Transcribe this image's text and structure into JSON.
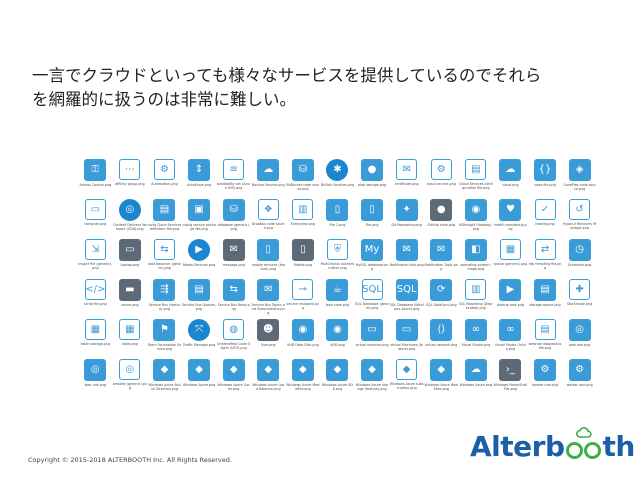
{
  "headline": {
    "line1": "一言でクラウドといっても様々なサービスを提供しているのでそれら",
    "line2": "を網羅的に扱うのは非常に難しい。"
  },
  "icons": [
    {
      "label": "Access Control.png",
      "icon": "key-icon",
      "glyph": "⚿",
      "tone": 0
    },
    {
      "label": "affinity group.png",
      "icon": "nodes-icon",
      "glyph": "⋯",
      "tone": 1
    },
    {
      "label": "Automation.png",
      "icon": "gear-icon",
      "glyph": "⚙",
      "tone": 1
    },
    {
      "label": "AutoScale.png",
      "icon": "scale-icon",
      "glyph": "⇕",
      "tone": 0
    },
    {
      "label": "availability set (Azure IDS).png",
      "icon": "layers-icon",
      "glyph": "≡",
      "tone": 1
    },
    {
      "label": "Backup Service.png",
      "icon": "backup-icon",
      "glyph": "☁",
      "tone": 0
    },
    {
      "label": "BitBucket code source.png",
      "icon": "bucket-icon",
      "glyph": "⛁",
      "tone": 0
    },
    {
      "label": "BizTalk Services.png",
      "icon": "network-icon",
      "glyph": "✱",
      "tone": 2
    },
    {
      "label": "blob storage.png",
      "icon": "blob-icon",
      "glyph": "●",
      "tone": 0
    },
    {
      "label": "certificate.png",
      "icon": "certificate-icon",
      "glyph": "✉",
      "tone": 1
    },
    {
      "label": "cloud service.png",
      "icon": "gear-icon",
      "glyph": "⚙",
      "tone": 1
    },
    {
      "label": "Cloud Services configuration file.png",
      "icon": "document-icon",
      "glyph": "▤",
      "tone": 1
    },
    {
      "label": "cloud.png",
      "icon": "cloud-icon",
      "glyph": "☁",
      "tone": 0
    },
    {
      "label": "code file.png",
      "icon": "code-icon",
      "glyph": "{}",
      "tone": 0
    },
    {
      "label": "CodePlex code source.png",
      "icon": "codeplex-icon",
      "glyph": "◈",
      "tone": 0
    },
    {
      "label": "compute.png",
      "icon": "monitor-icon",
      "glyph": "▭",
      "tone": 1
    },
    {
      "label": "Content Delivery Network (CDN).png",
      "icon": "globe-icon",
      "glyph": "◎",
      "tone": 2
    },
    {
      "label": "cscfg Cloud Services definition file.png",
      "icon": "document-icon",
      "glyph": "▤",
      "tone": 0
    },
    {
      "label": "cspkg service package file.png",
      "icon": "package-icon",
      "glyph": "▣",
      "tone": 0
    },
    {
      "label": "database (generic).png",
      "icon": "database-icon",
      "glyph": "⛁",
      "tone": 0
    },
    {
      "label": "DropBox code source.png",
      "icon": "dropbox-icon",
      "glyph": "❖",
      "tone": 1
    },
    {
      "label": "Enterprise.png",
      "icon": "building-icon",
      "glyph": "▥",
      "tone": 1
    },
    {
      "label": "File 2.png",
      "icon": "file-icon",
      "glyph": "▯",
      "tone": 0
    },
    {
      "label": "File.png",
      "icon": "file-icon",
      "glyph": "▯",
      "tone": 0
    },
    {
      "label": "Git Repository.png",
      "icon": "git-icon",
      "glyph": "✦",
      "tone": 0
    },
    {
      "label": "GitHub code.png",
      "icon": "github-icon",
      "glyph": "●",
      "tone": 3
    },
    {
      "label": "HDInsight (Hadoop).png",
      "icon": "elephant-icon",
      "glyph": "◉",
      "tone": 0
    },
    {
      "label": "health monitoring.png",
      "icon": "heartbeat-icon",
      "glyph": "♥",
      "tone": 0
    },
    {
      "label": "healthy.png",
      "icon": "check-icon",
      "glyph": "✓",
      "tone": 1
    },
    {
      "label": "Hyper-V Recovery Manager.png",
      "icon": "recovery-icon",
      "glyph": "↺",
      "tone": 1
    },
    {
      "label": "import file (generic).png",
      "icon": "import-icon",
      "glyph": "⇲",
      "tone": 1
    },
    {
      "label": "Laptop.png",
      "icon": "laptop-icon",
      "glyph": "▭",
      "tone": 3
    },
    {
      "label": "load balancer (generic).png",
      "icon": "load-balancer-icon",
      "glyph": "⇆",
      "tone": 1
    },
    {
      "label": "Media Services.png",
      "icon": "play-icon",
      "glyph": "▶",
      "tone": 2
    },
    {
      "label": "message.png",
      "icon": "envelope-icon",
      "glyph": "✉",
      "tone": 3
    },
    {
      "label": "mobile services (feature).png",
      "icon": "phone-icon",
      "glyph": "▯",
      "tone": 0
    },
    {
      "label": "Mobile.png",
      "icon": "phone-icon",
      "glyph": "▯",
      "tone": 3
    },
    {
      "label": "Multi-Factor Authentication.png",
      "icon": "shield-icon",
      "glyph": "⛨",
      "tone": 1
    },
    {
      "label": "MySQL database.png",
      "icon": "mysql-icon",
      "glyph": "My",
      "tone": 0
    },
    {
      "label": "Notification Hub.png",
      "icon": "notification-icon",
      "glyph": "✉",
      "tone": 0
    },
    {
      "label": "Notification Topic.png",
      "icon": "notification-icon",
      "glyph": "✉",
      "tone": 0
    },
    {
      "label": "operating system image.png",
      "icon": "disk-icon",
      "glyph": "◧",
      "tone": 0
    },
    {
      "label": "queue (generic).png",
      "icon": "queue-icon",
      "glyph": "▦",
      "tone": 1
    },
    {
      "label": "rdp remoting file.png",
      "icon": "remote-icon",
      "glyph": "⇄",
      "tone": 1
    },
    {
      "label": "Scheduler.png",
      "icon": "clock-icon",
      "glyph": "◷",
      "tone": 0
    },
    {
      "label": "script file.png",
      "icon": "script-icon",
      "glyph": "</>",
      "tone": 1
    },
    {
      "label": "server.png",
      "icon": "server-icon",
      "glyph": "▬",
      "tone": 3
    },
    {
      "label": "Service Bus (feature).png",
      "icon": "bus-icon",
      "glyph": "⇶",
      "tone": 0
    },
    {
      "label": "Service Bus Queues.png",
      "icon": "bus-queue-icon",
      "glyph": "▤",
      "tone": 0
    },
    {
      "label": "Service Bus Relay.png",
      "icon": "relay-icon",
      "glyph": "⇆",
      "tone": 0
    },
    {
      "label": "Service Bus Topics and Subscriptions.png",
      "icon": "topic-icon",
      "glyph": "✉",
      "tone": 0
    },
    {
      "label": "service endpoint.png",
      "icon": "endpoint-icon",
      "glyph": "⊸",
      "tone": 1
    },
    {
      "label": "Java code.png",
      "icon": "java-icon",
      "glyph": "☕",
      "tone": 0
    },
    {
      "label": "SQL Database (generic).png",
      "icon": "sql-icon",
      "glyph": "SQL",
      "tone": 1
    },
    {
      "label": "SQL Database (Windows Azure).png",
      "icon": "sql-icon",
      "glyph": "SQL",
      "tone": 0
    },
    {
      "label": "SQL DataSync.png",
      "icon": "sync-icon",
      "glyph": "⟳",
      "tone": 0
    },
    {
      "label": "SQL Reporting (Deprecated).png",
      "icon": "report-icon",
      "glyph": "▥",
      "tone": 1
    },
    {
      "label": "startup task.png",
      "icon": "startup-icon",
      "glyph": "▶",
      "tone": 0
    },
    {
      "label": "storage queue.png",
      "icon": "storage-queue-icon",
      "glyph": "▤",
      "tone": 0
    },
    {
      "label": "StorSimple.png",
      "icon": "storsimple-icon",
      "glyph": "✚",
      "tone": 1
    },
    {
      "label": "table storage.png",
      "icon": "table-icon",
      "glyph": "▦",
      "tone": 1
    },
    {
      "label": "table.png",
      "icon": "table-icon",
      "glyph": "▦",
      "tone": 1
    },
    {
      "label": "Team Foundation Service.png",
      "icon": "team-icon",
      "glyph": "⚑",
      "tone": 0
    },
    {
      "label": "Traffic Manager.png",
      "icon": "traffic-icon",
      "glyph": "⤧",
      "tone": 2
    },
    {
      "label": "Unidentified Code Object (UFO).png",
      "icon": "ufo-icon",
      "glyph": "◍",
      "tone": 1
    },
    {
      "label": "User.png",
      "icon": "user-icon",
      "glyph": "☻",
      "tone": 3
    },
    {
      "label": "VHD Data Disk.png",
      "icon": "disk-icon",
      "glyph": "◉",
      "tone": 0
    },
    {
      "label": "VHD.png",
      "icon": "disk-icon",
      "glyph": "◉",
      "tone": 0
    },
    {
      "label": "virtual machine.png",
      "icon": "vm-icon",
      "glyph": "▭",
      "tone": 0
    },
    {
      "label": "virtual Machines (feature).png",
      "icon": "vm-icon",
      "glyph": "▭",
      "tone": 0
    },
    {
      "label": "virtual network.png",
      "icon": "vnet-icon",
      "glyph": "⟨⟩",
      "tone": 0
    },
    {
      "label": "Visual Studio.png",
      "icon": "visual-studio-icon",
      "glyph": "∞",
      "tone": 0
    },
    {
      "label": "Visual Studio Online.png",
      "icon": "visual-studio-icon",
      "glyph": "∞",
      "tone": 0
    },
    {
      "label": "webrole diagnostics file.png",
      "icon": "diagnostics-icon",
      "glyph": "▤",
      "tone": 1
    },
    {
      "label": "web role.png",
      "icon": "web-role-icon",
      "glyph": "◎",
      "tone": 0
    },
    {
      "label": "web role.png",
      "icon": "web-role-icon",
      "glyph": "◎",
      "tone": 0
    },
    {
      "label": "website (generic).png",
      "icon": "website-icon",
      "glyph": "◎",
      "tone": 1
    },
    {
      "label": "Windows Azure Active Directory.png",
      "icon": "directory-icon",
      "glyph": "◆",
      "tone": 0
    },
    {
      "label": "Windows Azure.png",
      "icon": "azure-icon",
      "glyph": "◆",
      "tone": 0
    },
    {
      "label": "Windows Azure Cache.png",
      "icon": "cache-icon",
      "glyph": "◆",
      "tone": 0
    },
    {
      "label": "Windows Azure Load Balancer.png",
      "icon": "load-balancer-icon",
      "glyph": "◆",
      "tone": 0
    },
    {
      "label": "Windows Azure MediaFile.png",
      "icon": "media-file-icon",
      "glyph": "◆",
      "tone": 0
    },
    {
      "label": "Windows Azure SDK.png",
      "icon": "sdk-icon",
      "glyph": "◆",
      "tone": 0
    },
    {
      "label": "Windows Azure storage (feature).png",
      "icon": "storage-icon",
      "glyph": "◆",
      "tone": 0
    },
    {
      "label": "Windows Azure subscription.png",
      "icon": "subscription-icon",
      "glyph": "◆",
      "tone": 1
    },
    {
      "label": "Windows Azure Web Sites.png",
      "icon": "website-icon",
      "glyph": "◆",
      "tone": 0
    },
    {
      "label": "Windows Azure.png",
      "icon": "azure-icon",
      "glyph": "☁",
      "tone": 0
    },
    {
      "label": "Windows PowerShell File.png",
      "icon": "powershell-icon",
      "glyph": "›_",
      "tone": 3
    },
    {
      "label": "worker role.png",
      "icon": "gear-icon",
      "glyph": "⚙",
      "tone": 0
    },
    {
      "label": "worker role.png",
      "icon": "gear-icon",
      "glyph": "⚙",
      "tone": 0
    }
  ],
  "footer": {
    "copyright": "Copyright © 2015-2018 ALTERBOOTH Inc. All Rights Reserved."
  },
  "logo": {
    "part1": "Alterb",
    "part2": "th"
  },
  "colors": {
    "icon_blue": "#3a9bd9",
    "icon_deep_blue": "#1a86cf",
    "icon_gray": "#5c6a78",
    "logo_blue": "#1b5fa8",
    "logo_green": "#3fae49"
  }
}
